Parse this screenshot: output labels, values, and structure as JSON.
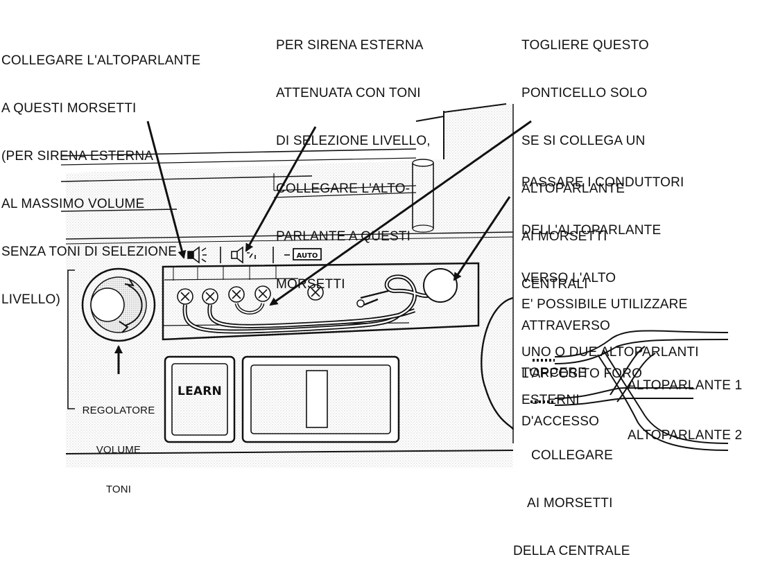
{
  "labels": {
    "morsetti_massimo": [
      "COLLEGARE L'ALTOPARLANTE",
      "A QUESTI MORSETTI",
      "(PER SIRENA ESTERNA",
      "AL MASSIMO VOLUME",
      "SENZA TONI DI SELEZIONE",
      "LIVELLO)"
    ],
    "sirena_attenuata": [
      "PER SIRENA ESTERNA",
      "ATTENUATA CON TONI",
      "DI SELEZIONE LIVELLO,",
      "COLLEGARE L'ALTO-",
      "PARLANTE A QUESTI",
      "MORSETTI"
    ],
    "ponticello": [
      "TOGLIERE QUESTO",
      "PONTICELLO SOLO",
      "SE SI COLLEGA UN",
      "ALTOPARLANTE",
      "AI MORSETTI",
      "CENTRALI"
    ],
    "passare_conduttori": [
      "PASSARE I CONDUTTORI",
      "DELL'ALTOPARLANTE",
      "VERSO L'ALTO",
      "ATTRAVERSO",
      "L'APPOSITO FORO",
      "D'ACCESSO"
    ],
    "possibile": [
      "E' POSSIBILE UTILIZZARE",
      "UNO O DUE ALTOPARLANTI",
      "ESTERNI"
    ],
    "torcere": "TORCERE",
    "altoparlante_1": "ALTOPARLANTE 1",
    "altoparlante_2": "ALTOPARLANTE 2",
    "collegare_morsetti": [
      "COLLEGARE",
      "AI MORSETTI",
      "DELLA CENTRALE"
    ],
    "regolatore": [
      "REGOLATORE",
      "VOLUME",
      "TONI"
    ],
    "learn_button": "LEARN",
    "panel_symbol_right": "AUTO"
  }
}
